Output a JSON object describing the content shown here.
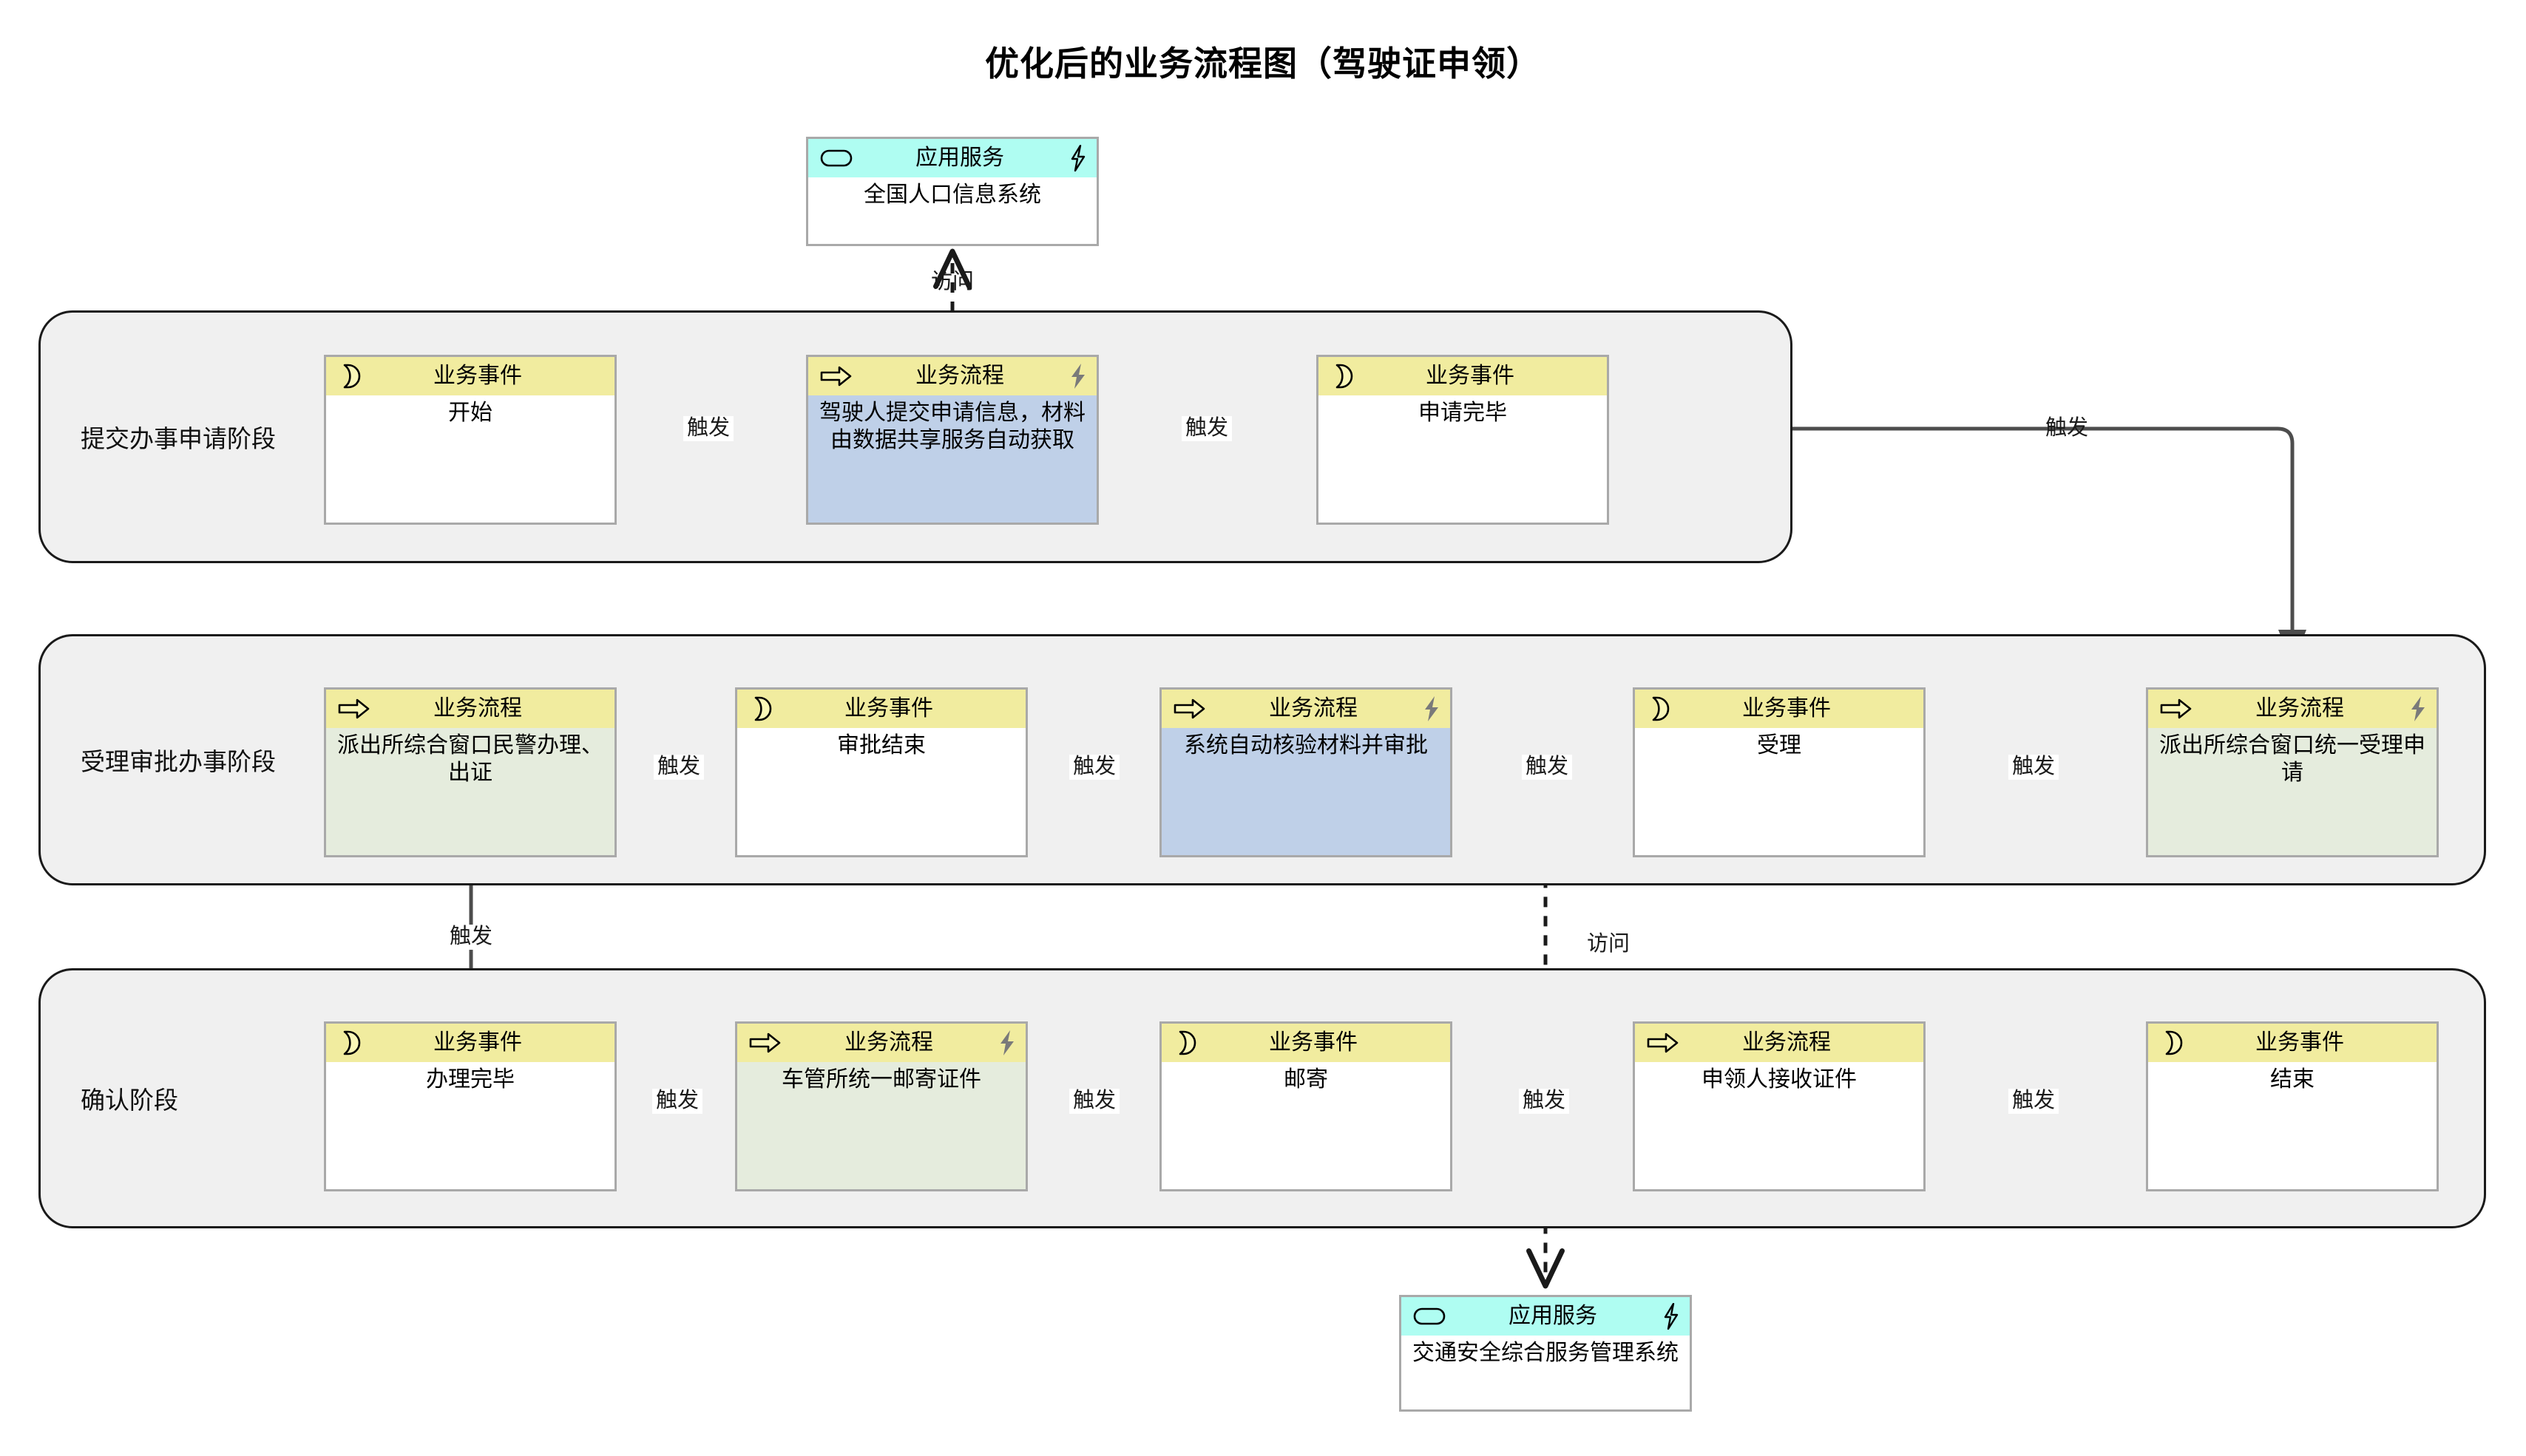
{
  "title": "优化后的业务流程图（驾驶证申领）",
  "type_labels": {
    "business_event": "业务事件",
    "business_process": "业务流程",
    "application_service": "应用服务"
  },
  "relations": {
    "trigger": "触发",
    "access": "访问"
  },
  "colors": {
    "event_header": "#f1ec9f",
    "process_header": "#f1ec9f",
    "appservice_header": "#affdf2",
    "body_blue": "#bfd0e8",
    "body_green": "#e5ecdd",
    "body_white": "#ffffff",
    "phase_fill": "#f0f0f0",
    "phase_border": "#1a1a1a",
    "node_border": "#a9a9a9",
    "connector": "#4d4d4d"
  },
  "phases": [
    {
      "id": "phase1",
      "label": "提交办事申请阶段"
    },
    {
      "id": "phase2",
      "label": "受理审批办事阶段"
    },
    {
      "id": "phase3",
      "label": "确认阶段"
    }
  ],
  "app_services": [
    {
      "id": "app_top",
      "type_label": "应用服务",
      "name": "全国人口信息系统"
    },
    {
      "id": "app_bottom",
      "type_label": "应用服务",
      "name": "交通安全综合服务管理系统"
    }
  ],
  "phase1_nodes": [
    {
      "id": "p1n1",
      "kind": "event",
      "type_label": "业务事件",
      "name": "开始"
    },
    {
      "id": "p1n2",
      "kind": "process",
      "type_label": "业务流程",
      "name": "驾驶人提交申请信息，材料由数据共享服务自动获取"
    },
    {
      "id": "p1n3",
      "kind": "event",
      "type_label": "业务事件",
      "name": "申请完毕"
    }
  ],
  "phase2_nodes": [
    {
      "id": "p2n1",
      "kind": "process",
      "type_label": "业务流程",
      "name": "派出所综合窗口民警办理、出证"
    },
    {
      "id": "p2n2",
      "kind": "event",
      "type_label": "业务事件",
      "name": "审批结束"
    },
    {
      "id": "p2n3",
      "kind": "process",
      "type_label": "业务流程",
      "name": "系统自动核验材料并审批"
    },
    {
      "id": "p2n4",
      "kind": "event",
      "type_label": "业务事件",
      "name": "受理"
    },
    {
      "id": "p2n5",
      "kind": "process",
      "type_label": "业务流程",
      "name": "派出所综合窗口统一受理申请"
    }
  ],
  "phase3_nodes": [
    {
      "id": "p3n1",
      "kind": "event",
      "type_label": "业务事件",
      "name": "办理完毕"
    },
    {
      "id": "p3n2",
      "kind": "process",
      "type_label": "业务流程",
      "name": "车管所统一邮寄证件"
    },
    {
      "id": "p3n3",
      "kind": "event",
      "type_label": "业务事件",
      "name": "邮寄"
    },
    {
      "id": "p3n4",
      "kind": "process",
      "type_label": "业务流程",
      "name": "申领人接收证件"
    },
    {
      "id": "p3n5",
      "kind": "event",
      "type_label": "业务事件",
      "name": "结束"
    }
  ],
  "edges": [
    {
      "id": "e1",
      "label": "触发"
    },
    {
      "id": "e2",
      "label": "触发"
    },
    {
      "id": "e3",
      "label": "触发"
    },
    {
      "id": "e4",
      "label": "触发"
    },
    {
      "id": "e5",
      "label": "触发"
    },
    {
      "id": "e6",
      "label": "触发"
    },
    {
      "id": "e7",
      "label": "触发"
    },
    {
      "id": "e8",
      "label": "触发"
    },
    {
      "id": "e9",
      "label": "触发"
    },
    {
      "id": "e10",
      "label": "触发"
    },
    {
      "id": "e11",
      "label": "触发"
    },
    {
      "id": "e12",
      "label": "触发"
    },
    {
      "id": "a1",
      "label": "访问"
    },
    {
      "id": "a2",
      "label": "访问"
    }
  ]
}
